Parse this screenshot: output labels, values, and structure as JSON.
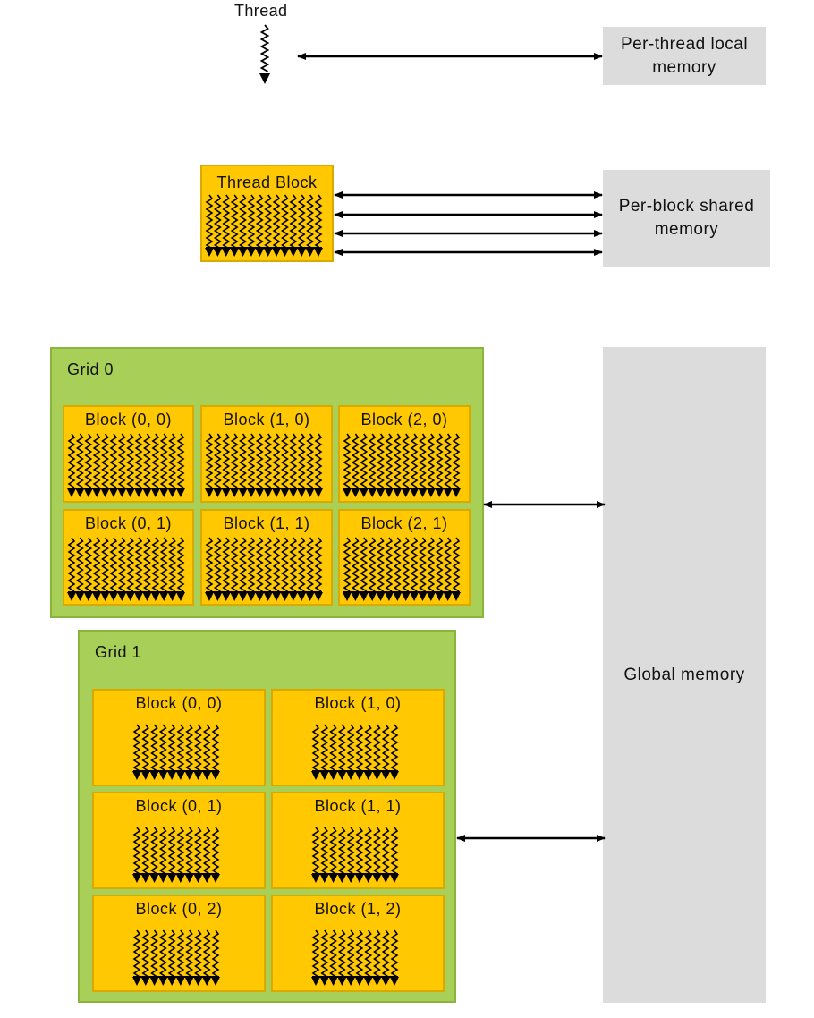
{
  "thread": {
    "label": "Thread"
  },
  "thread_block": {
    "label": "Thread Block"
  },
  "memory": {
    "local": [
      "Per-thread local",
      "memory"
    ],
    "shared": [
      "Per-block shared",
      "memory"
    ],
    "global": "Global memory"
  },
  "grid0": {
    "label": "Grid 0",
    "blocks": [
      "Block (0, 0)",
      "Block (1, 0)",
      "Block (2, 0)",
      "Block (0, 1)",
      "Block (1, 1)",
      "Block (2, 1)"
    ]
  },
  "grid1": {
    "label": "Grid 1",
    "blocks": [
      "Block (0, 0)",
      "Block (1, 0)",
      "Block (0, 1)",
      "Block (1, 1)",
      "Block (0, 2)",
      "Block (1, 2)"
    ]
  },
  "colors": {
    "block": "#ffc800",
    "grid": "#a8cf58",
    "memory": "#dcdcdc"
  }
}
